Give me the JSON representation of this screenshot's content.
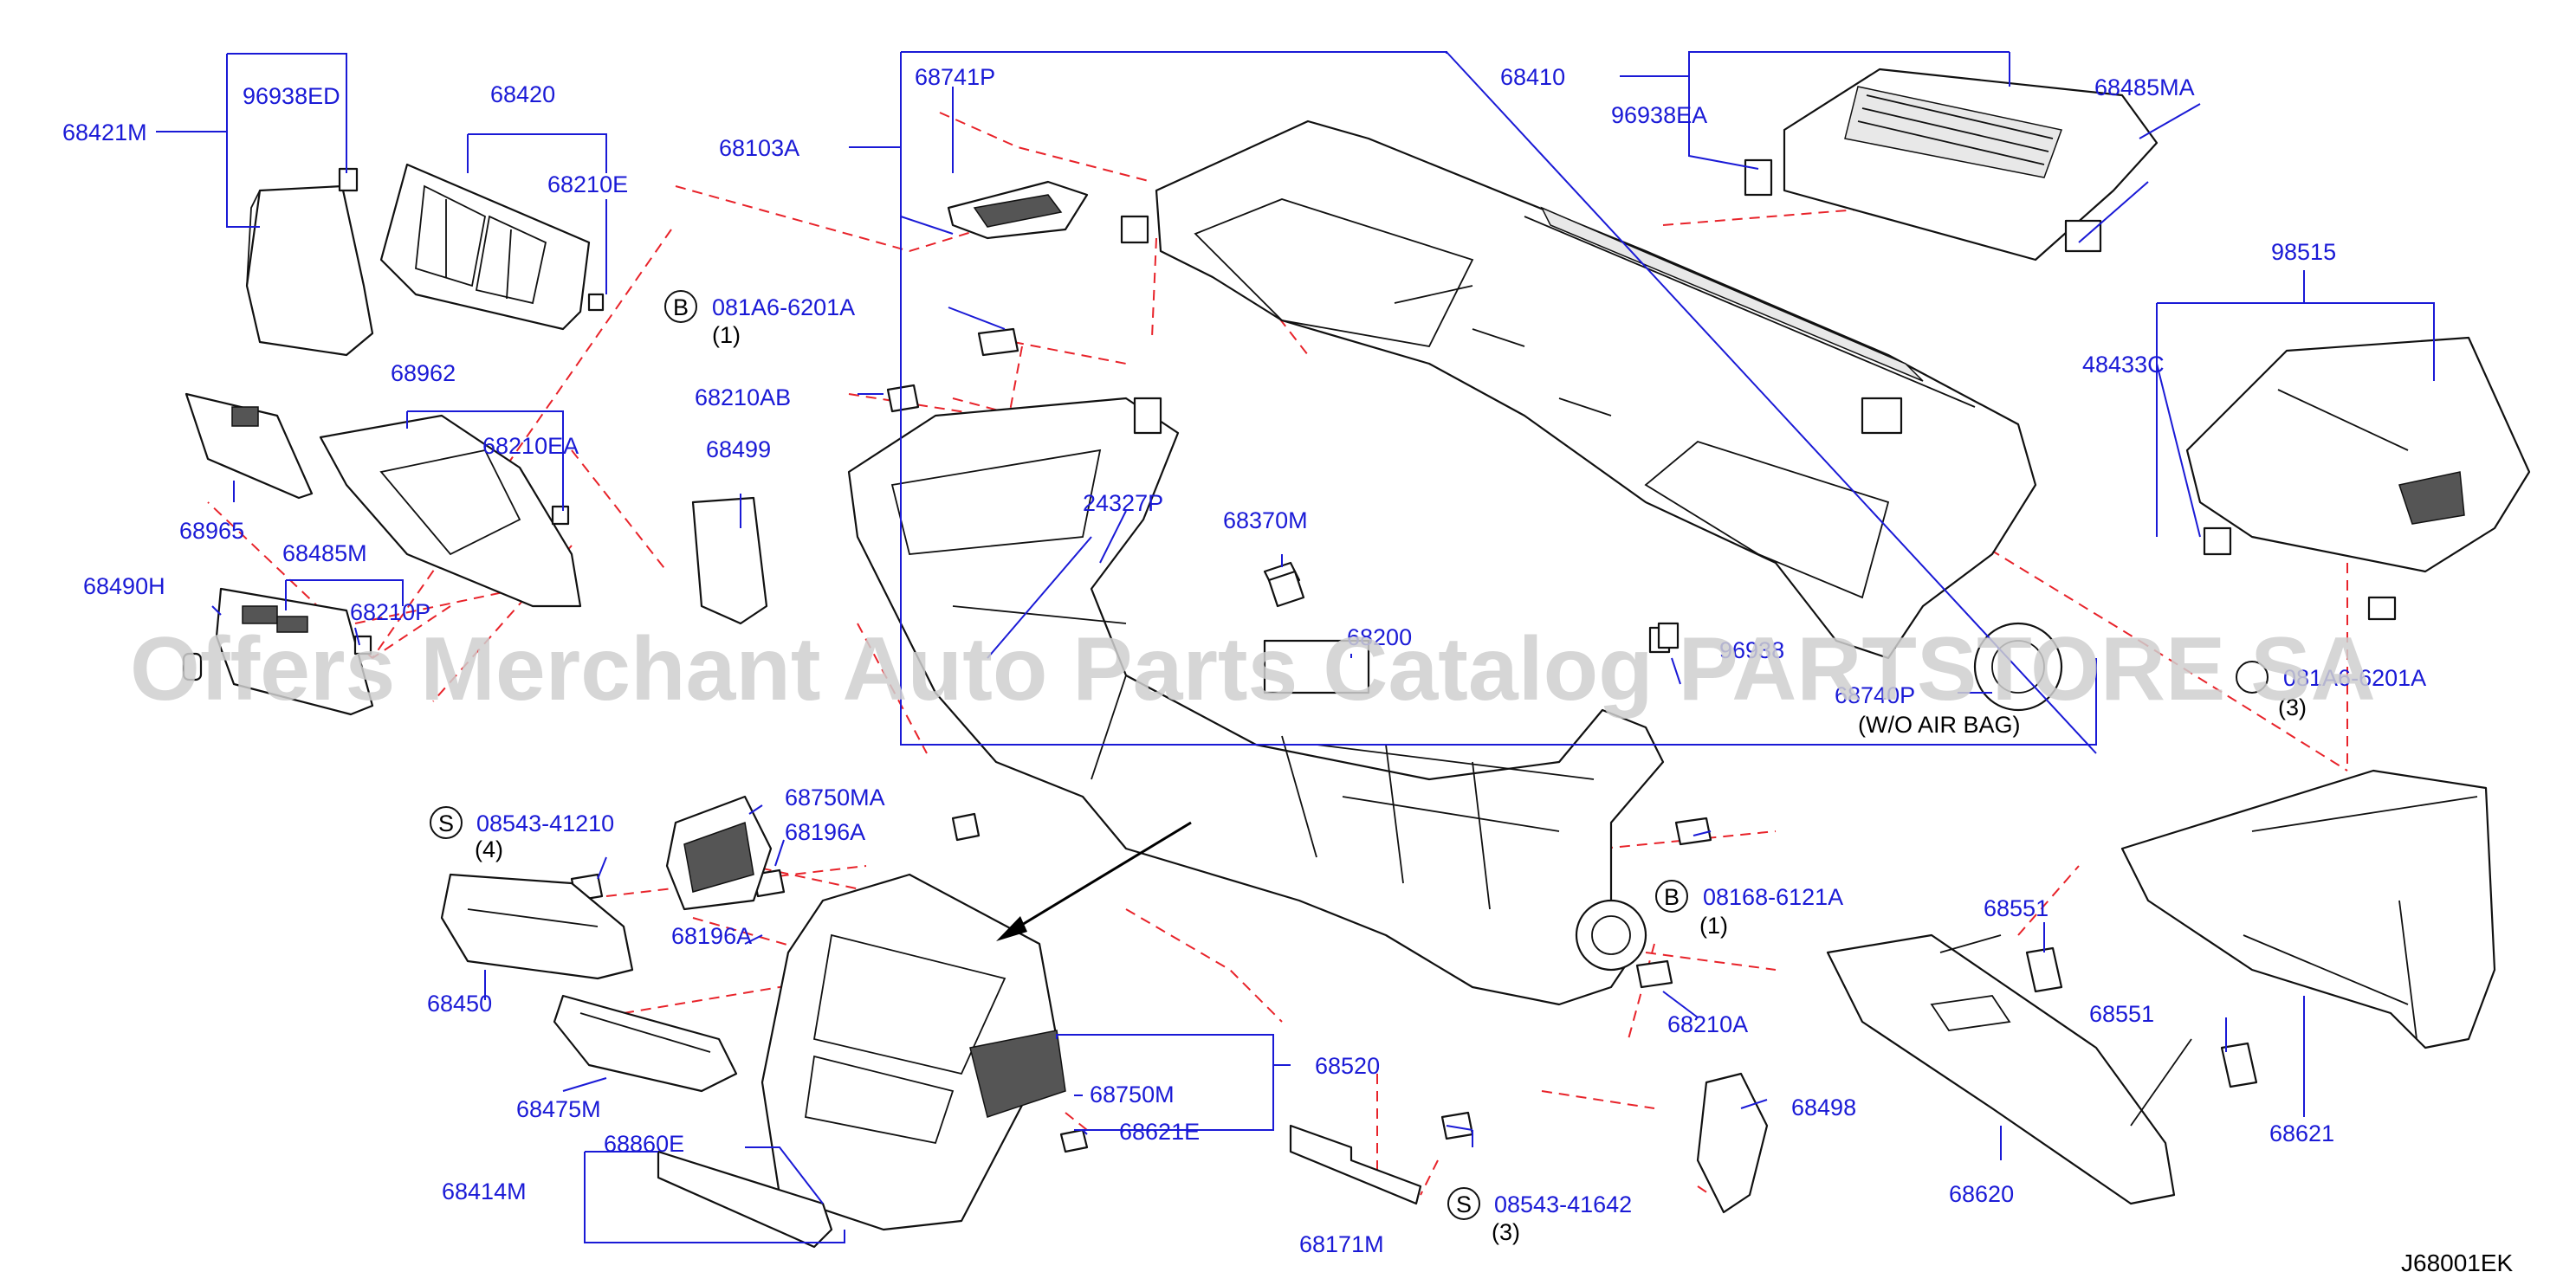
{
  "watermark": "Offers Merchant Auto Parts Catalog PARTSTORE SA",
  "diagram_code": "J68001EK",
  "note_wo_airbag": "(W/O   AIR   BAG)",
  "labels": {
    "p68421M": "68421M",
    "p96938ED": "96938ED",
    "p68420": "68420",
    "p68210E": "68210E",
    "p68962": "68962",
    "p68210EA": "68210EA",
    "p68965": "68965",
    "p68485M": "68485M",
    "p68490H": "68490H",
    "p68210P": "68210P",
    "p68741P": "68741P",
    "p68103A": "68103A",
    "p68410": "68410",
    "p96938EA": "96938EA",
    "p68485MA": "68485MA",
    "p98515": "98515",
    "p48433C": "48433C",
    "p68210AB": "68210AB",
    "p68499": "68499",
    "p24327P": "24327P",
    "p68370M": "68370M",
    "p68200": "68200",
    "p96938_partial": "96938",
    "p68740P": "68740P",
    "b_081A6_6201A": "081A6-6201A",
    "b_081A6_6201A_qty": "(1)",
    "b_081A6_right": "081A6-6201A",
    "b_081A6_right_qty": "(3)",
    "s_08543_41210": "08543-41210",
    "s_08543_41210_qty": "(4)",
    "p68750MA": "68750MA",
    "p68196A_top": "68196A",
    "p68196A_bottom": "68196A",
    "p68450": "68450",
    "p68475M": "68475M",
    "p68860E": "68860E",
    "p68414M": "68414M",
    "p68520": "68520",
    "p68750M": "68750M",
    "p68621E": "68621E",
    "p68171M": "68171M",
    "s_08543_41642": "08543-41642",
    "s_08543_41642_qty": "(3)",
    "b_08168_6121A": "08168-6121A",
    "b_08168_6121A_qty": "(1)",
    "p68210A": "68210A",
    "p68498": "68498",
    "p68551_top": "68551",
    "p68551_bottom": "68551",
    "p68620": "68620",
    "p68621": "68621"
  },
  "circled_symbols": {
    "b": "B",
    "s": "S"
  }
}
